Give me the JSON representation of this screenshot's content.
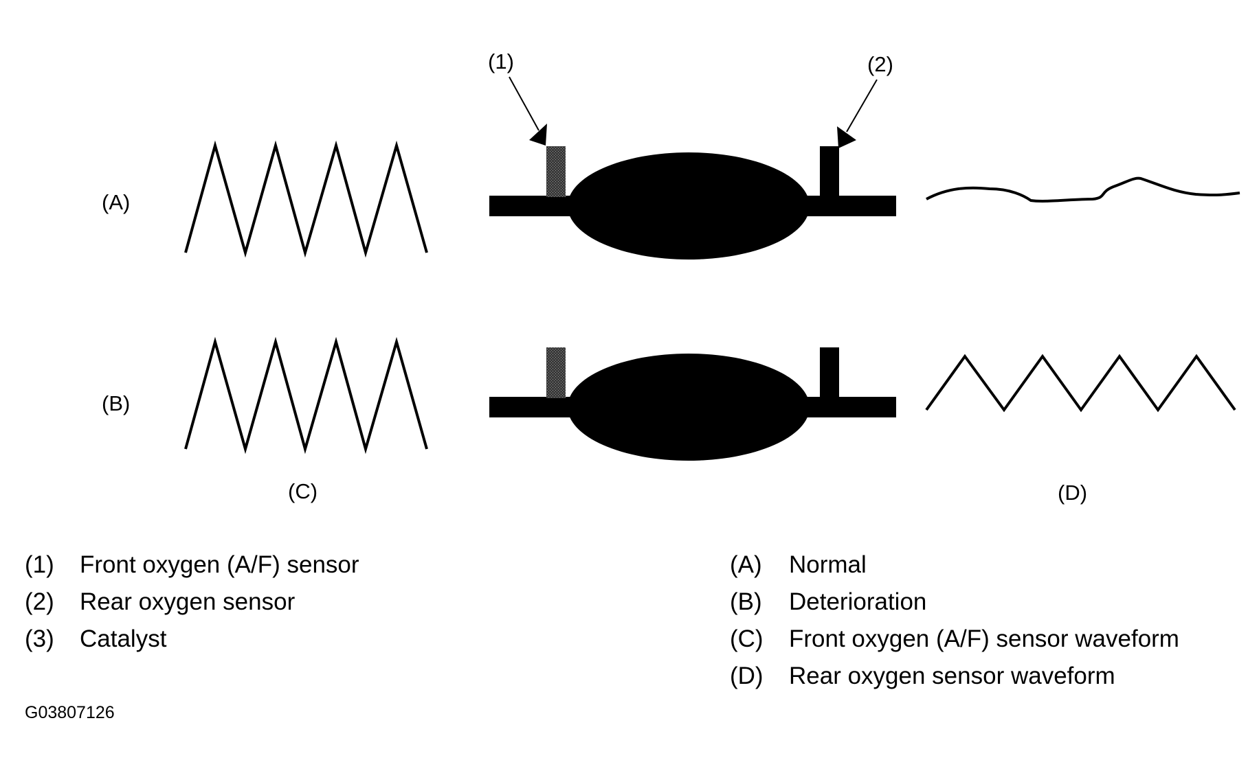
{
  "diagram": {
    "row_labels": {
      "a": "(A)",
      "b": "(B)"
    },
    "column_labels": {
      "c": "(C)",
      "d": "(D)"
    },
    "callouts": {
      "front_sensor": "(1)",
      "rear_sensor": "(2)"
    }
  },
  "legend_left": [
    {
      "key": "(1)",
      "text": "Front oxygen (A/F) sensor"
    },
    {
      "key": "(2)",
      "text": "Rear oxygen sensor"
    },
    {
      "key": "(3)",
      "text": "Catalyst"
    }
  ],
  "legend_right": [
    {
      "key": "(A)",
      "text": "Normal"
    },
    {
      "key": "(B)",
      "text": "Deterioration"
    },
    {
      "key": "(C)",
      "text": "Front oxygen (A/F) sensor waveform"
    },
    {
      "key": "(D)",
      "text": "Rear oxygen sensor waveform"
    }
  ],
  "figure_id": "G03807126"
}
